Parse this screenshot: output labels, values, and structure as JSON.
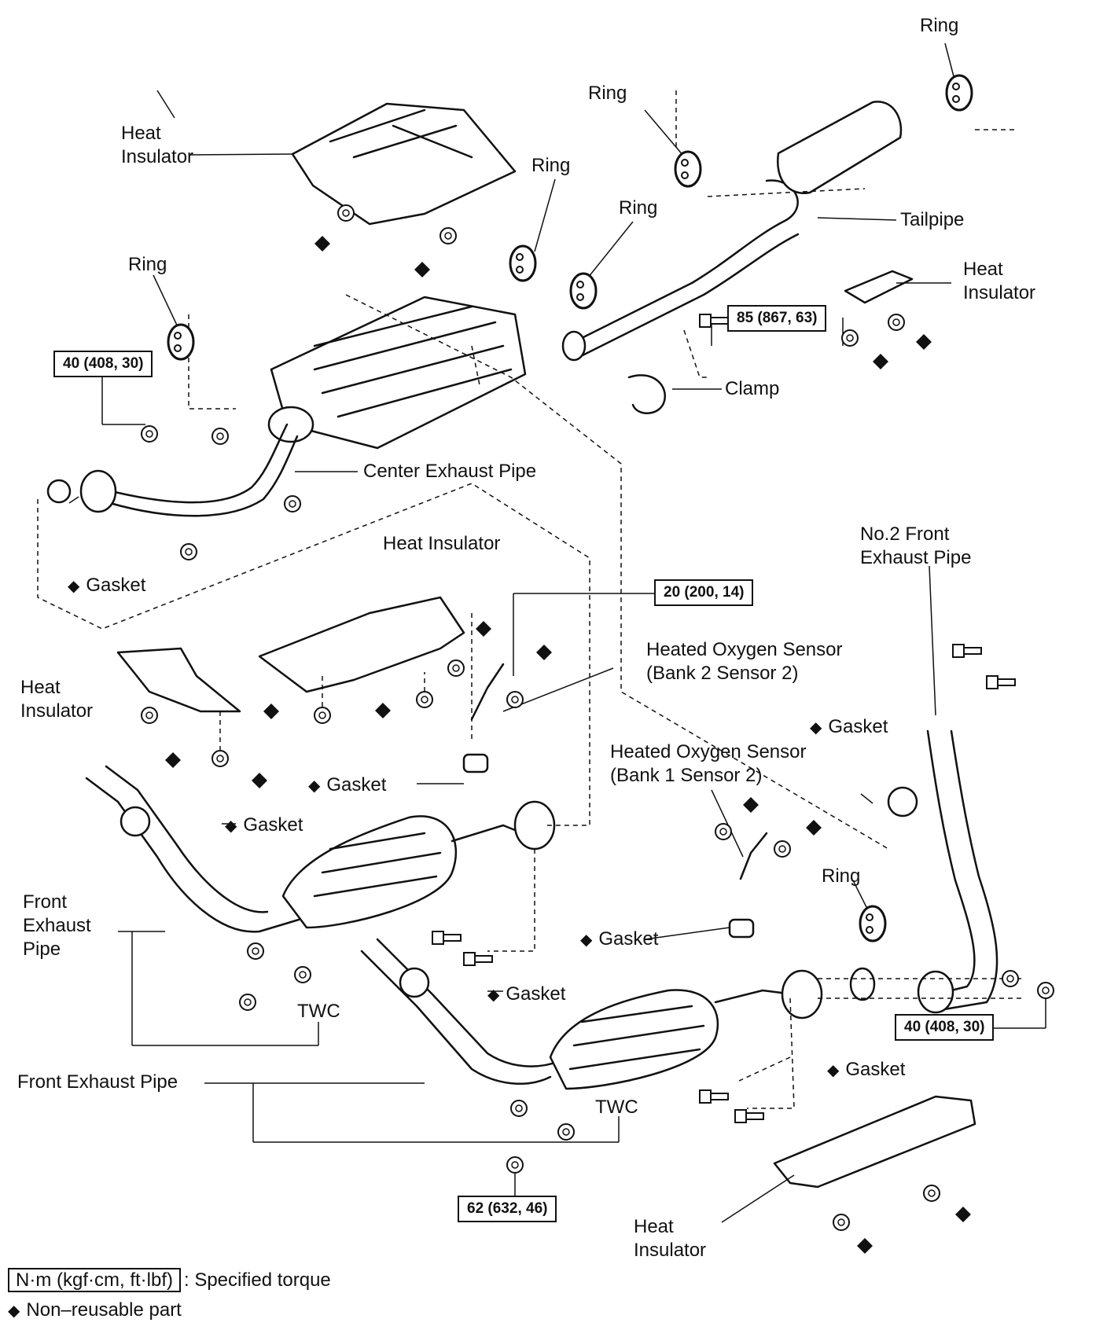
{
  "colors": {
    "ink": "#111111",
    "background": "#ffffff"
  },
  "diamond_symbol": "◆",
  "labels": {
    "ring_1": "Ring",
    "ring_2": "Ring",
    "ring_3": "Ring",
    "ring_4": "Ring",
    "ring_5": "Ring",
    "ring_6": "Ring",
    "heat_insulator_top": "Heat\nInsulator",
    "heat_insulator_right": "Heat\nInsulator",
    "heat_insulator_mid": "Heat Insulator",
    "heat_insulator_left": "Heat\nInsulator",
    "heat_insulator_bottom": "Heat\nInsulator",
    "tailpipe": "Tailpipe",
    "clamp": "Clamp",
    "center_exhaust_pipe": "Center Exhaust Pipe",
    "gasket_left": "Gasket",
    "gasket_sensor2": "Gasket",
    "gasket_front": "Gasket",
    "gasket_right_upper": "Gasket",
    "gasket_sensor1": "Gasket",
    "gasket_front2": "Gasket",
    "gasket_right_lower": "Gasket",
    "no2_front_exhaust_pipe": "No.2 Front\nExhaust Pipe",
    "heated_o2_bank2": "Heated Oxygen Sensor\n(Bank 2 Sensor 2)",
    "heated_o2_bank1": "Heated Oxygen Sensor\n(Bank 1 Sensor 2)",
    "front_exhaust_pipe_left": "Front\nExhaust\nPipe",
    "front_exhaust_pipe_bottom": "Front Exhaust Pipe",
    "twc_1": "TWC",
    "twc_2": "TWC"
  },
  "torques": {
    "t40_left": "40 (408, 30)",
    "t85": "85 (867, 63)",
    "t20": "20 (200, 14)",
    "t40_right": "40 (408, 30)",
    "t62": "62 (632, 46)"
  },
  "legend": {
    "torque_unit": "N·m (kgf·cm, ft·lbf)",
    "torque_text": ": Specified torque",
    "nonreusable_text": "Non–reusable part"
  }
}
